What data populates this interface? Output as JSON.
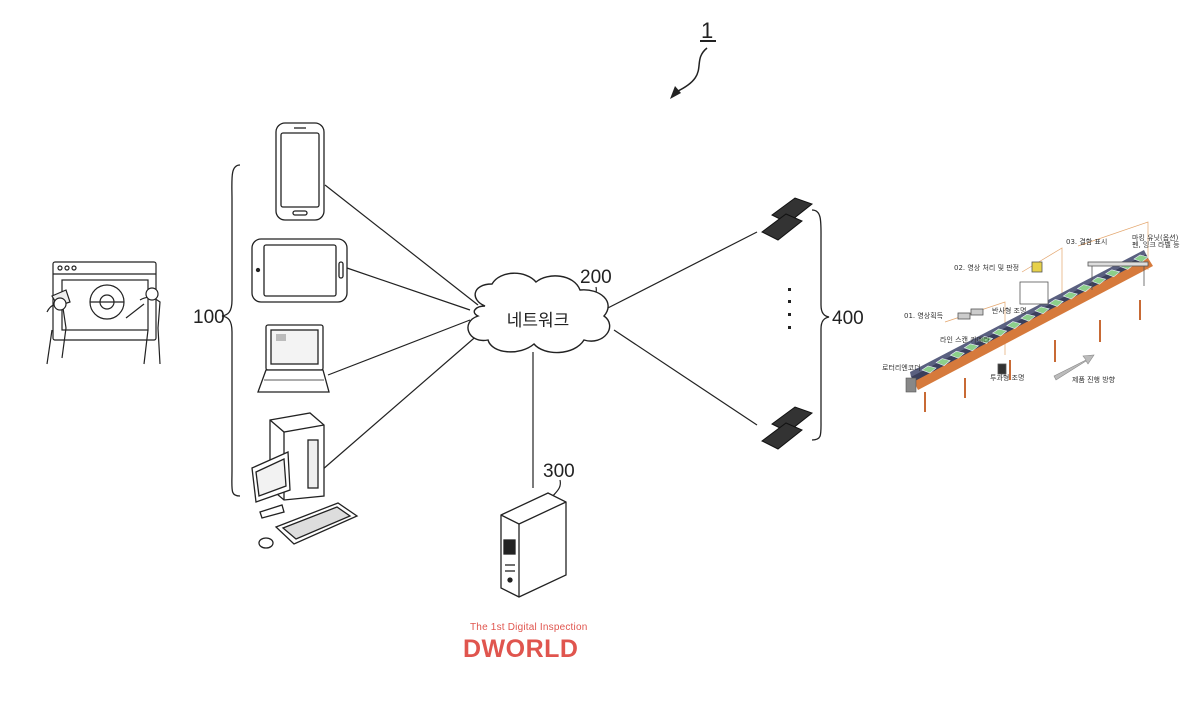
{
  "figure": {
    "number": "1",
    "network_label": "네트워크",
    "refs": {
      "terminals": "100",
      "network": "200",
      "server": "300",
      "cameras": "400"
    }
  },
  "inspection_line": {
    "steps": [
      "01. 영상획득",
      "02. 영상 처리 및 판정",
      "03. 결함 표시"
    ],
    "parts": [
      "로터리엔코더",
      "라인 스캔 카메라",
      "반사형 조명",
      "투과형 조명",
      "마킹 유닛(옵션)",
      "펜, 잉크 라벨 등"
    ],
    "direction_label": "제품 진행 방향"
  },
  "logo": {
    "tagline": "The 1st Digital Inspection",
    "word": "DWORLD",
    "color": "#e0554e"
  },
  "colors": {
    "line": "#222222",
    "belt": "#3a3f5c",
    "frame": "#d67a3c",
    "panel": "#8ccf8a"
  }
}
